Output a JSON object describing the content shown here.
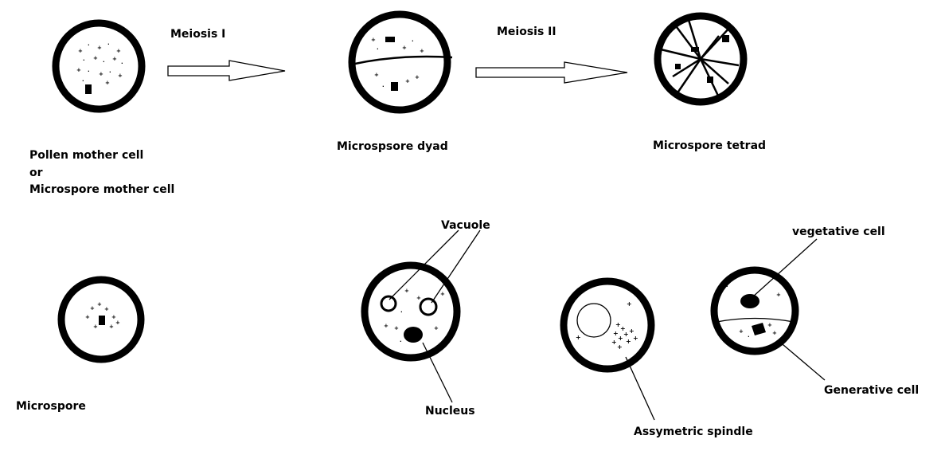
{
  "labels": {
    "meiosis_1": "Meiosis I",
    "meiosis_2": "Meiosis II",
    "pmc_line1": "Pollen mother cell",
    "pmc_line2": "or",
    "pmc_line3": "Microspore mother cell",
    "dyad": "Microspsore dyad",
    "tetrad": "Microspore tetrad",
    "microspore": "Microspore",
    "vacuole": "Vacuole",
    "nucleus": "Nucleus",
    "spindle": "Assymetric spindle",
    "vegetative": "vegetative cell",
    "generative": "Generative cell"
  },
  "colors": {
    "stroke": "#000000",
    "background": "#ffffff"
  }
}
